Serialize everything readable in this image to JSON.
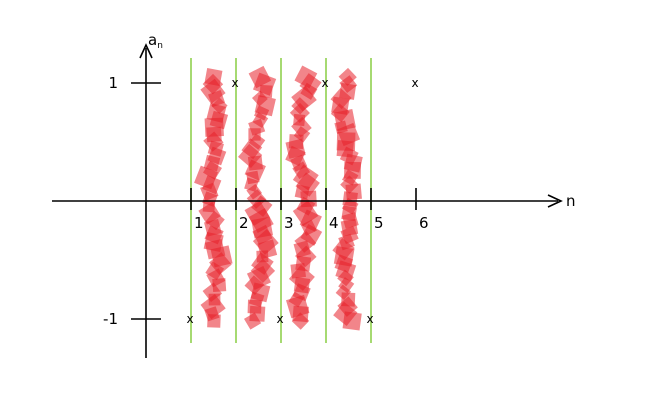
{
  "chart_data": {
    "type": "scatter",
    "xlabel": "n",
    "ylabel": "a",
    "ylabel_subscript": "n",
    "x_ticks": [
      "1",
      "2",
      "3",
      "4",
      "5",
      "6"
    ],
    "y_ticks": [
      {
        "value": 1,
        "label": "1"
      },
      {
        "value": -1,
        "label": "-1"
      }
    ],
    "markers": [
      {
        "x": 1,
        "y": -1,
        "symbol": "x"
      },
      {
        "x": 2,
        "y": 1,
        "symbol": "x"
      },
      {
        "x": 3,
        "y": -1,
        "symbol": "x"
      },
      {
        "x": 4,
        "y": 1,
        "symbol": "x"
      },
      {
        "x": 5,
        "y": -1,
        "symbol": "x"
      },
      {
        "x": 6,
        "y": 1,
        "symbol": "x"
      }
    ],
    "vertical_guides_at": [
      1,
      2,
      3,
      4,
      5
    ],
    "red_scribble_bands": [
      {
        "from": 1,
        "to": 2
      },
      {
        "from": 2,
        "to": 3
      },
      {
        "from": 3,
        "to": 4
      },
      {
        "from": 4,
        "to": 5
      }
    ],
    "colors": {
      "axis": "#000000",
      "guide": "#8fd14f",
      "scribble": "#e8202a"
    }
  }
}
